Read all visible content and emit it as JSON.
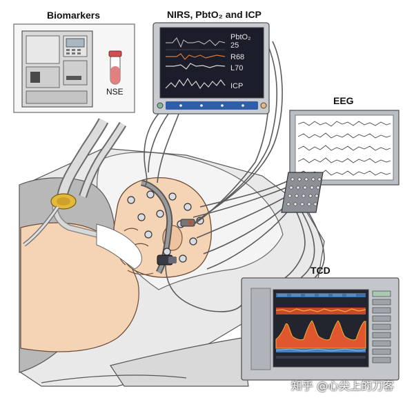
{
  "labels": {
    "biomarkers": "Biomarkers",
    "nse": "NSE",
    "nirs_monitor_title": "NIRS, PbtO₂ and ICP",
    "eeg": "EEG",
    "tcd": "TCD"
  },
  "nirs_screen": {
    "pbto2_label": "PbtO₂",
    "pbto2_value": "25",
    "r_label": "R68",
    "l_label": "L70",
    "icp_label": "ICP"
  },
  "watermark": "知乎 @心尖上的刀客",
  "colors": {
    "monitor_frame": "#9aa0a6",
    "screen_dark": "#1b1d2a",
    "tcd_waveform_fill": "#e0562e",
    "tcd_waveform_top": "#f0b23a",
    "tcd_blue": "#4d7fb8",
    "nse_tube": "#e08080",
    "nirs_buttons": "#2f5fa8"
  }
}
